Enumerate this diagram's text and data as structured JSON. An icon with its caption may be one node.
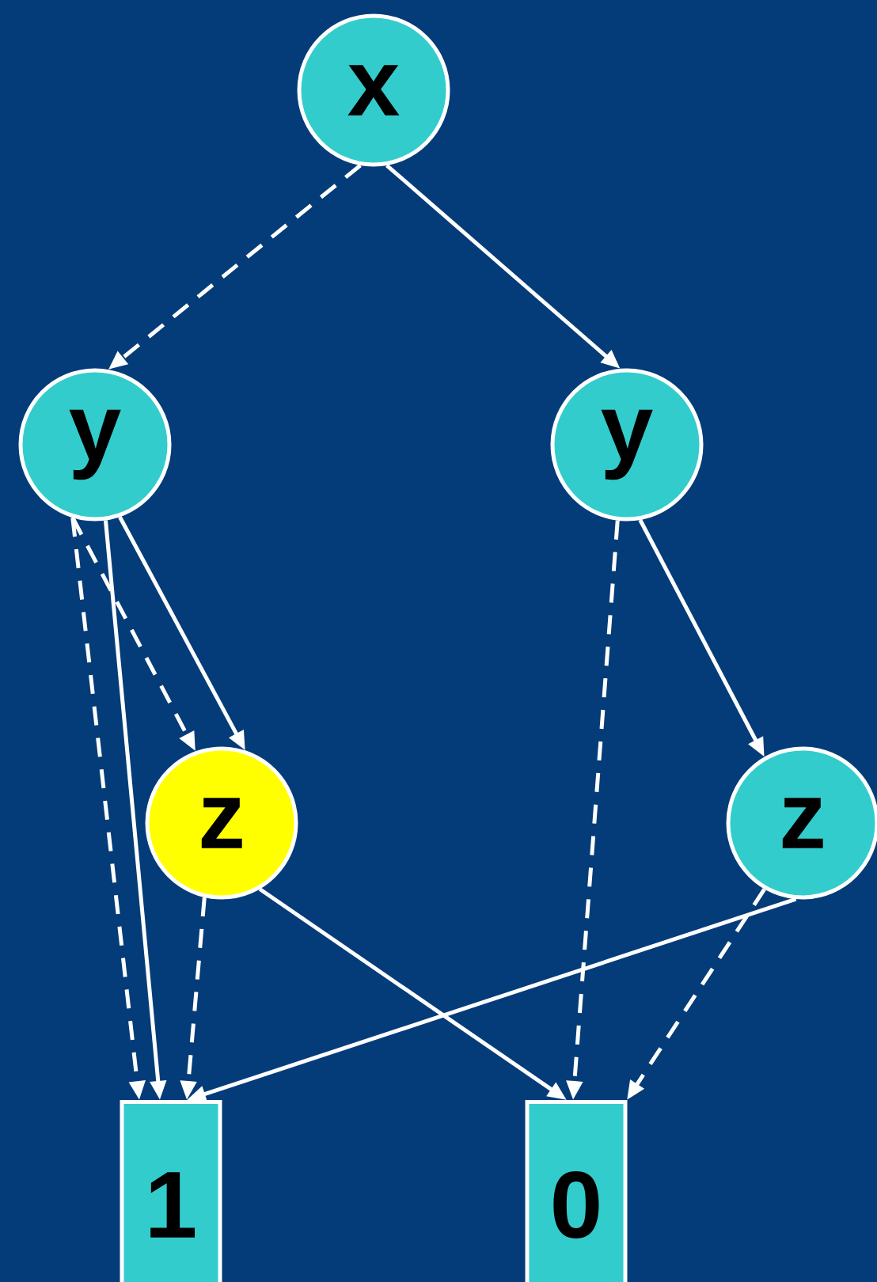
{
  "diagram": {
    "nodes": [
      {
        "text": [
          "x"
        ]
      },
      {
        "text": [
          "y"
        ]
      },
      {
        "text": [
          "y"
        ]
      },
      {
        "text": [
          "z"
        ]
      },
      {
        "text": [
          "z"
        ]
      },
      {
        "text": [
          "1"
        ]
      },
      {
        "text": [
          "0"
        ]
      }
    ],
    "edges": [
      {
        "from": 0,
        "to": 1,
        "arrow": "to",
        "style": "dashed"
      },
      {
        "from": 0,
        "to": 2,
        "arrow": "to"
      },
      {
        "from": 1,
        "to": 3,
        "arrow": "to",
        "style": "dashed"
      },
      {
        "from": 1,
        "to": 3,
        "arrow": "to"
      },
      {
        "from": 1,
        "to": 5,
        "arrow": "to",
        "style": "dashed"
      },
      {
        "from": 1,
        "to": 5,
        "arrow": "to"
      },
      {
        "from": 2,
        "to": 6,
        "arrow": "to",
        "style": "dashed"
      },
      {
        "from": 2,
        "to": 4,
        "arrow": "to"
      },
      {
        "from": 3,
        "to": 5,
        "arrow": "to",
        "style": "dashed"
      },
      {
        "from": 3,
        "to": 6,
        "arrow": "to"
      },
      {
        "from": 4,
        "to": 5,
        "arrow": "to"
      },
      {
        "from": 4,
        "to": 6,
        "arrow": "to",
        "style": "dashed"
      }
    ]
  }
}
